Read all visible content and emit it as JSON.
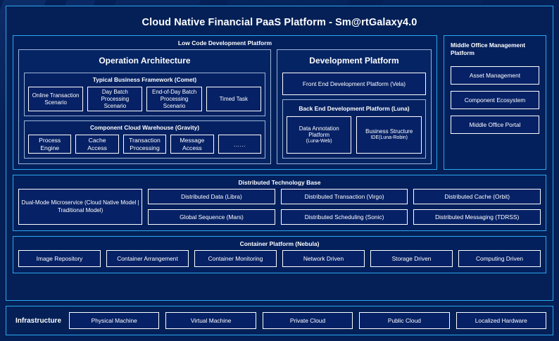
{
  "title": "Cloud Native Financial PaaS Platform - Sm@rtGalaxy4.0",
  "low_code": {
    "title": "Low Code Development Platform",
    "operation_architecture": {
      "title": "Operation Architecture",
      "groups": [
        {
          "title": "Typical Business Framework (Comet)",
          "items": [
            "Online Transaction Scenario",
            "Day Batch Processing Scenario",
            "End-of-Day Batch Processing Scenario",
            "Timed Task"
          ]
        },
        {
          "title": "Component Cloud Warehouse (Gravity)",
          "items": [
            "Process Engine",
            "Cache Access",
            "Transaction Processing",
            "Message Access",
            "……"
          ]
        }
      ]
    },
    "development_platform": {
      "title": "Development Platform",
      "front_end": "Front End Development Platform (Vela)",
      "back_end": {
        "title": "Back End Development Platform (Luna)",
        "items": [
          {
            "main": "Data Annotation Platform",
            "sub": "(Luna-Web)"
          },
          {
            "main": "Business Structure",
            "sub": "IDE(Luna-Robin)"
          }
        ]
      }
    }
  },
  "middle_office": {
    "title": "Middle Office Management Platform",
    "items": [
      "Asset Management",
      "Component Ecosystem",
      "Middle Office Portal"
    ]
  },
  "distributed_technology_base": {
    "title": "Distributed Technology Base",
    "highlight": "Dual-Mode Microservice (Cloud Native Model | Traditional Model)",
    "columns": [
      [
        "Distributed Data (Libra)",
        "Global Sequence (Mars)"
      ],
      [
        "Distributed Transaction (Virgo)",
        "Distributed Scheduling (Sonic)"
      ],
      [
        "Distributed Cache (Orbit)",
        "Distributed Messaging (TDRSS)"
      ]
    ]
  },
  "container_platform": {
    "title": "Container Platform (Nebula)",
    "items": [
      "Image Repository",
      "Container Arrangement",
      "Container Monitoring",
      "Network Driven",
      "Storage Driven",
      "Computing Driven"
    ]
  },
  "infrastructure": {
    "label": "Infrastructure",
    "items": [
      "Physical Machine",
      "Virtual Machine",
      "Private Cloud",
      "Public Cloud",
      "Localized Hardware"
    ]
  },
  "colors": {
    "page_background": "#042057",
    "panel_border": "#2aa7ee",
    "subpanel_border": "#9fb4d8",
    "chip_border": "#ffffff",
    "text": "#ffffff"
  }
}
